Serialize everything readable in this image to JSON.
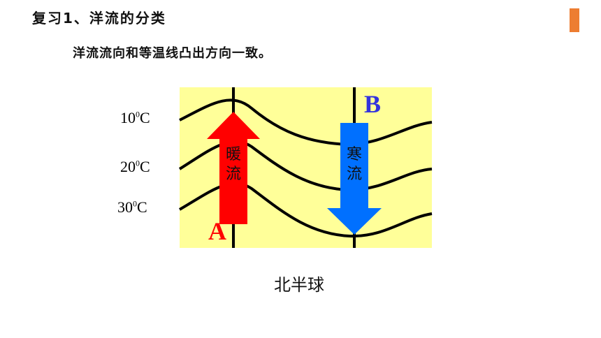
{
  "header": {
    "title": "复习1、洋流的分类",
    "subtitle": "洋流流向和等温线凸出方向一致。"
  },
  "diagram": {
    "isotherms": [
      {
        "label_base": "10",
        "label_sup": "0",
        "label_unit": "C"
      },
      {
        "label_base": "20",
        "label_sup": "0",
        "label_unit": "C"
      },
      {
        "label_base": "30",
        "label_sup": "0",
        "label_unit": "C"
      }
    ],
    "warm_current": {
      "letter": "A",
      "line1": "暖",
      "line2": "流",
      "color": "#ff0000",
      "letter_color": "#ff0000"
    },
    "cold_current": {
      "letter": "B",
      "line1": "寒",
      "line2": "流",
      "color": "#0070ff",
      "letter_color": "#3333dd"
    },
    "background_color": "#ffff99",
    "caption": "北半球"
  },
  "colors": {
    "accent": "#ed7d31"
  }
}
